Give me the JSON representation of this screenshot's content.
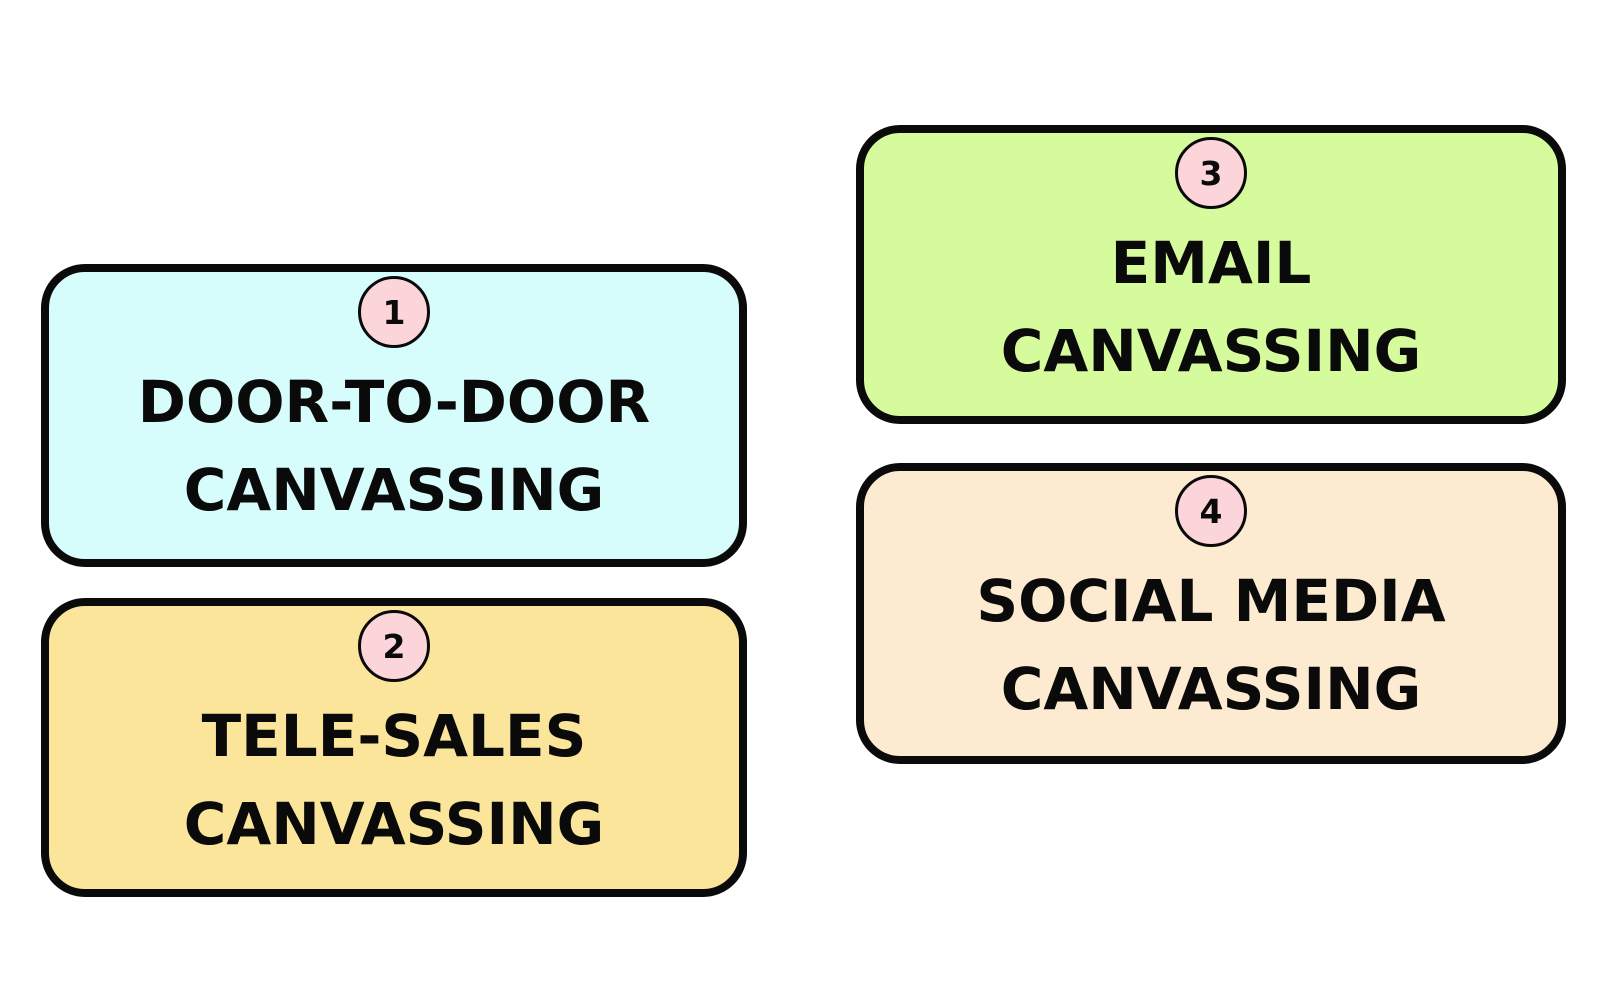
{
  "cards": [
    {
      "number": "1",
      "lines": [
        "DOOR-TO-DOOR",
        "CANVASSING"
      ],
      "color": "#d6fcfb"
    },
    {
      "number": "2",
      "lines": [
        "TELE-SALES",
        "CANVASSING"
      ],
      "color": "#fbe59a"
    },
    {
      "number": "3",
      "lines": [
        "EMAIL",
        "CANVASSING"
      ],
      "color": "#d5fb9d"
    },
    {
      "number": "4",
      "lines": [
        "SOCIAL MEDIA",
        "CANVASSING"
      ],
      "color": "#fdebd1"
    }
  ],
  "badge_color": "#fbd5d9",
  "border_color": "#0a0a0a"
}
